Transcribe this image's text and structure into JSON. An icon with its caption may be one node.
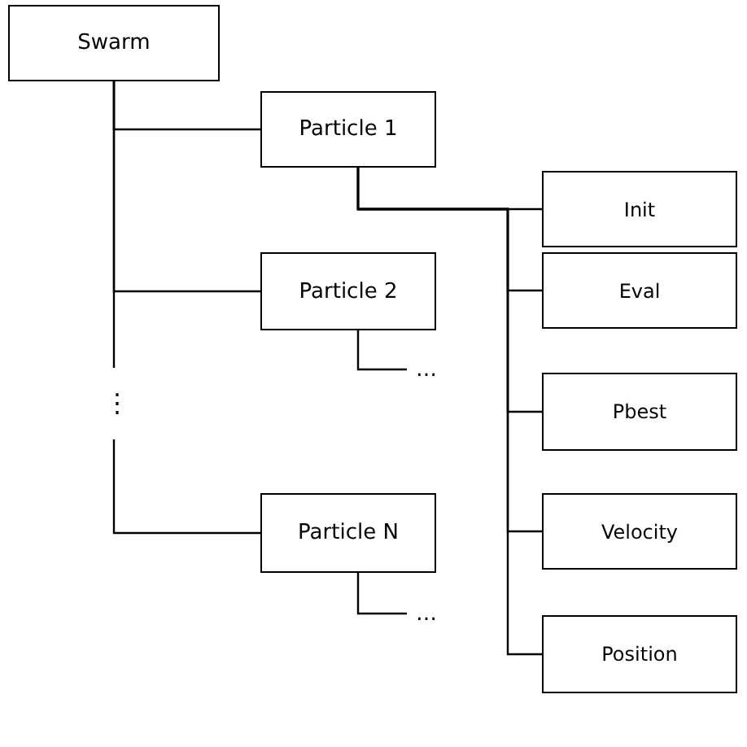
{
  "diagram": {
    "nodes": [
      {
        "text": [
          "Swarm"
        ]
      },
      {
        "text": [
          "Particle 1"
        ]
      },
      {
        "text": [
          "Particle 2"
        ]
      },
      {
        "text": [
          "…"
        ]
      },
      {
        "text": [
          "Particle N"
        ]
      },
      {
        "text": [
          "…"
        ]
      },
      {
        "text": [
          "Init"
        ]
      },
      {
        "text": [
          "Eval"
        ]
      },
      {
        "text": [
          "Pbest"
        ]
      },
      {
        "text": [
          "Velocity"
        ]
      },
      {
        "text": [
          "Position"
        ]
      }
    ],
    "edges": [
      {
        "from": 0,
        "to": 1,
        "arrow": "none"
      },
      {
        "from": 0,
        "to": 2,
        "arrow": "none"
      },
      {
        "from": 0,
        "to": 4,
        "arrow": "none"
      },
      {
        "from": 2,
        "to": 3,
        "arrow": "none"
      },
      {
        "from": 4,
        "to": 5,
        "arrow": "none"
      },
      {
        "from": 1,
        "to": 6,
        "arrow": "none"
      },
      {
        "from": 1,
        "to": 7,
        "arrow": "none"
      },
      {
        "from": 1,
        "to": 8,
        "arrow": "none"
      },
      {
        "from": 1,
        "to": 9,
        "arrow": "none"
      },
      {
        "from": 1,
        "to": 10,
        "arrow": "none"
      }
    ],
    "labels": [
      "⋮"
    ]
  }
}
